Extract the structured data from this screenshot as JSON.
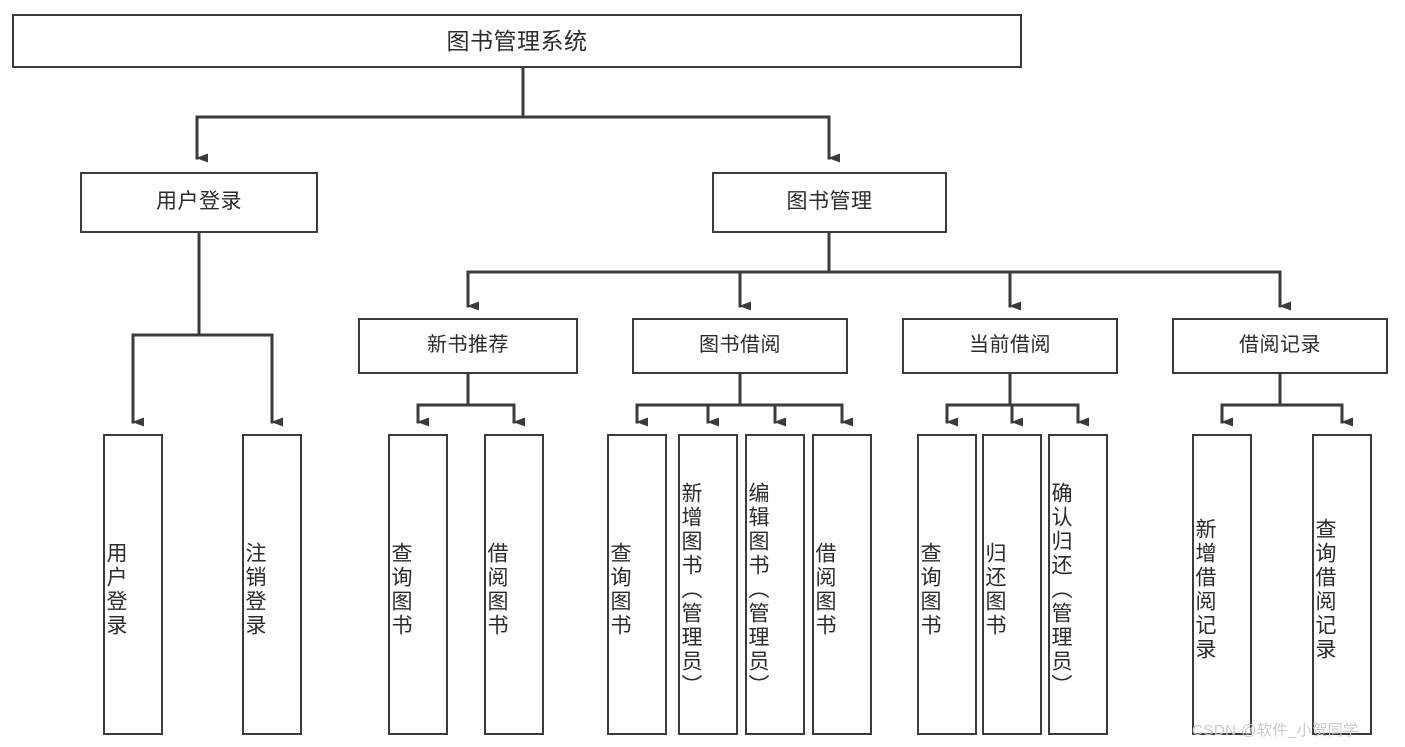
{
  "diagram": {
    "type": "hierarchy-tree",
    "title": "图书管理系统",
    "orientation": "top-down",
    "watermark": "CSDN @软件_小贺同学",
    "colors": {
      "stroke": "#3b3b3b",
      "fill": "#ffffff",
      "text": "#2b2b2b",
      "watermark": "#c8c8c8"
    },
    "nodes": {
      "root": {
        "label": "图书管理系统"
      },
      "level1": [
        {
          "id": "user-login",
          "label": "用户登录"
        },
        {
          "id": "book-manage",
          "label": "图书管理"
        }
      ],
      "level2": [
        {
          "id": "new-book-rec",
          "label": "新书推荐"
        },
        {
          "id": "book-borrow",
          "label": "图书借阅"
        },
        {
          "id": "current-borrow",
          "label": "当前借阅"
        },
        {
          "id": "borrow-record",
          "label": "借阅记录"
        }
      ],
      "leaves": {
        "user-login": [
          {
            "id": "leaf-user-login",
            "label": "用户登录"
          },
          {
            "id": "leaf-logout-login",
            "label": "注销登录"
          }
        ],
        "new-book-rec": [
          {
            "id": "leaf-query-book-1",
            "label": "查询图书"
          },
          {
            "id": "leaf-borrow-book-1",
            "label": "借阅图书"
          }
        ],
        "book-borrow": [
          {
            "id": "leaf-query-book-2",
            "label": "查询图书"
          },
          {
            "id": "leaf-add-book",
            "label": "新增图书（管理员）"
          },
          {
            "id": "leaf-edit-book",
            "label": "编辑图书（管理员）"
          },
          {
            "id": "leaf-borrow-book-2",
            "label": "借阅图书"
          }
        ],
        "current-borrow": [
          {
            "id": "leaf-query-book-3",
            "label": "查询图书"
          },
          {
            "id": "leaf-return-book",
            "label": "归还图书"
          },
          {
            "id": "leaf-confirm-return",
            "label": "确认归还（管理员）"
          }
        ],
        "borrow-record": [
          {
            "id": "leaf-add-record",
            "label": "新增借阅记录"
          },
          {
            "id": "leaf-query-record",
            "label": "查询借阅记录"
          }
        ]
      }
    }
  }
}
